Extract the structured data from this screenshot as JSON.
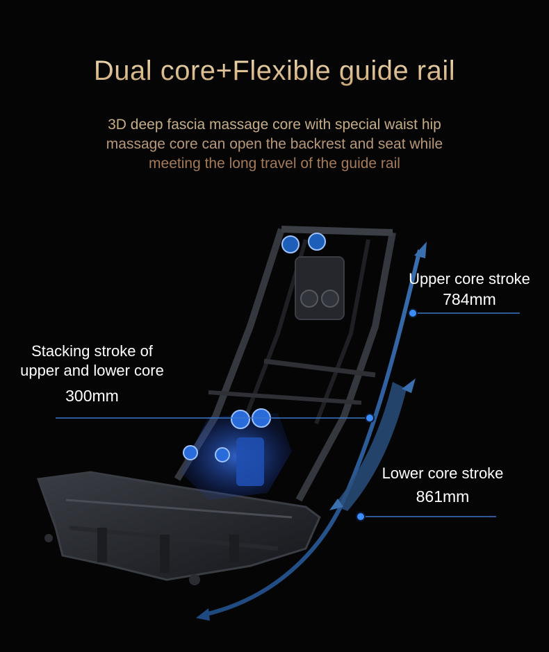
{
  "headline": "Dual core+Flexible guide rail",
  "description": {
    "line1": "3D deep fascia massage core with special waist hip",
    "line2": "massage core can open the backrest and seat while",
    "line3": "meeting the long travel of the guide rail"
  },
  "callouts": {
    "upper": {
      "title": "Upper core stroke",
      "value": "784mm"
    },
    "stacking": {
      "title_line1": "Stacking stroke of",
      "title_line2": "upper and lower core",
      "value": "300mm"
    },
    "lower": {
      "title": "Lower core stroke",
      "value": "861mm"
    }
  },
  "colors": {
    "background": "#050506",
    "headline_gold": "#d8bf95",
    "rail_blue": "#2c5f9e",
    "accent_blue": "#3a8dff"
  }
}
